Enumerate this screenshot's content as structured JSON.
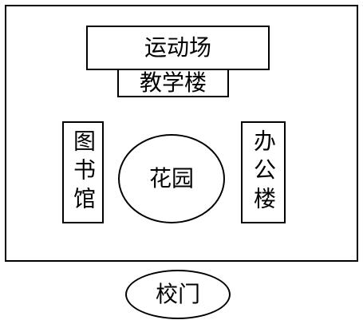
{
  "map": {
    "sports_field": "运动场",
    "teaching_building": "教学楼",
    "library": "图书馆",
    "garden": "花园",
    "office_building": "办公楼",
    "school_gate": "校门"
  }
}
